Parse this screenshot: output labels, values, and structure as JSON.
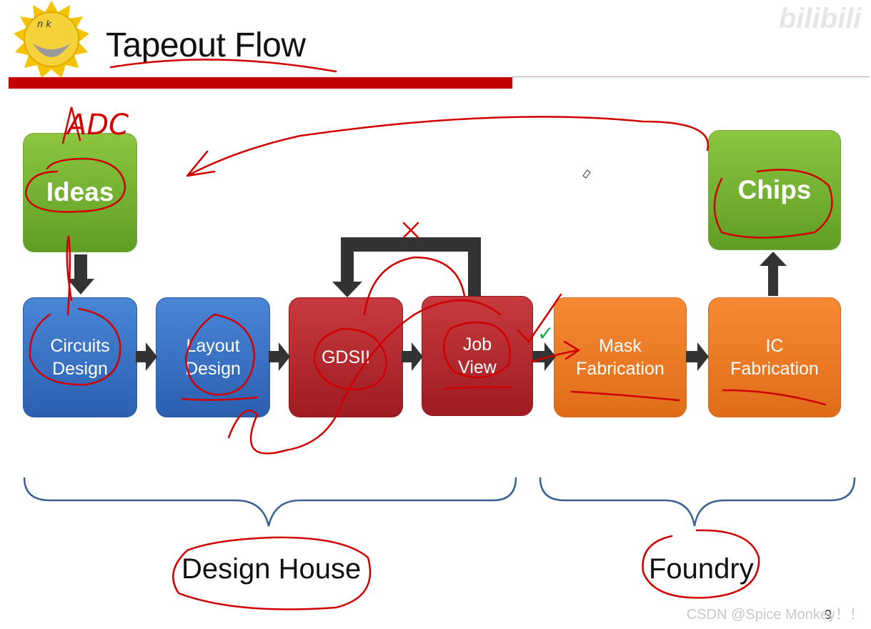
{
  "slide": {
    "title": "Tapeout Flow",
    "page_number": "9",
    "watermark": "CSDN @Spice Monkey！！",
    "bilibili_mark": "bilibili",
    "logo_letters": "n k"
  },
  "nodes": {
    "ideas": "Ideas",
    "chips": "Chips",
    "circuits_line1": "Circuits",
    "circuits_line2": "Design",
    "layout_line1": "Layout",
    "layout_line2": "Design",
    "gdsii": "GDSII",
    "jobview_line1": "Job",
    "jobview_line2": "View",
    "mask_line1": "Mask",
    "mask_line2": "Fabrication",
    "ic_line1": "IC",
    "ic_line2": "Fabrication"
  },
  "groups": {
    "design_house": "Design House",
    "foundry": "Foundry"
  },
  "annotations": {
    "handwritten_adc": "ADC",
    "reject_mark": "×",
    "check_mark": "✓"
  },
  "colors": {
    "title_bar": "#c00000",
    "green": "#7ab534",
    "blue": "#3a72c4",
    "red": "#b02a30",
    "orange": "#f07c28",
    "ink": "#d00000",
    "brace": "#3a5f96"
  }
}
